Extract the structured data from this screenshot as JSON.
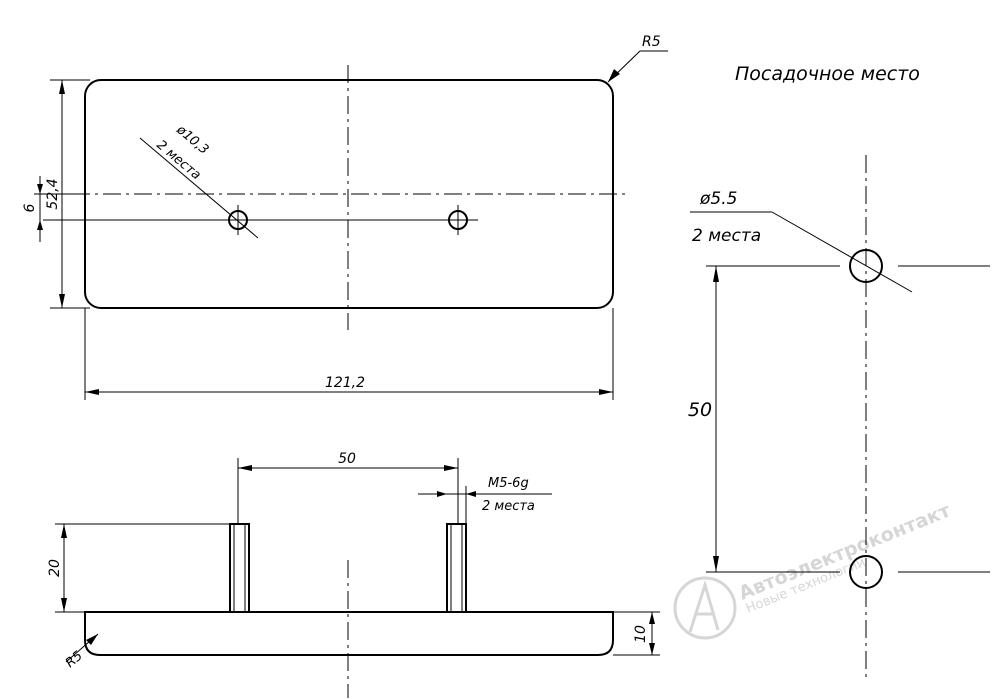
{
  "top_view": {
    "radius_label": "R5",
    "hole_diameter_label": "ø10,3",
    "hole_count_label": "2 места",
    "dim_total_width": "121,2",
    "dim_height": "52,4",
    "dim_offset": "6"
  },
  "side_view": {
    "dim_spacing": "50",
    "thread_label": "M5-6g",
    "thread_count_label": "2 места",
    "dim_stud_height": "20",
    "dim_base_thickness": "10",
    "radius_label": "R5"
  },
  "mounting": {
    "title": "Посадочное место",
    "hole_diameter_label": "ø5.5",
    "hole_count_label": "2 места",
    "dim_spacing": "50"
  },
  "watermark": {
    "brand": "Автоэлектроконтакт",
    "tagline": "Новые технологии"
  }
}
